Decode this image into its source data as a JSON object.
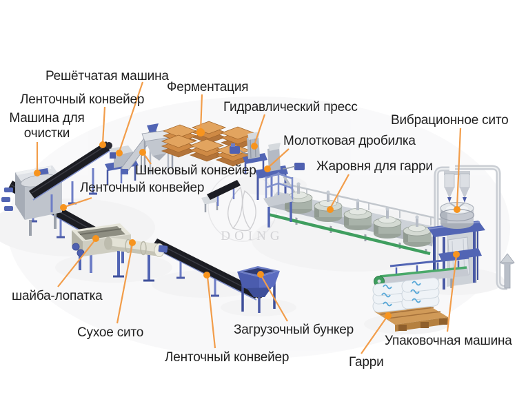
{
  "watermark": {
    "brand": "DOING"
  },
  "colors": {
    "accent_orange": "#f7941e",
    "leader_line": "#f29d4a",
    "frame_blue": "#5265b4",
    "belt_black": "#1c1d23",
    "tray_orange": "#cf8a45",
    "belt_green": "#3f9e5f",
    "label_text": "#1f1f1f"
  },
  "labels": {
    "grating_machine": "Решётчатая машина",
    "fermentation": "Ферментация",
    "belt_conveyor_1": "Ленточный конвейер",
    "hydraulic_press": "Гидравлический пресс",
    "cleaning_machine": "Машина для очистки",
    "vibrating_sieve": "Вибрационное сито",
    "hammer_crusher": "Молотковая дробилка",
    "screw_conveyor": "Шнековый конвейер",
    "garri_fryer": "Жаровня для гарри",
    "belt_conveyor_2": "Ленточный конвейер",
    "paddle_washer": "шайба-лопатка",
    "dry_sieve": "Сухое сито",
    "loading_hopper": "Загрузочный бункер",
    "belt_conveyor_3": "Ленточный конвейер",
    "packing_machine": "Упаковочная машина",
    "garri": "Гарри"
  }
}
